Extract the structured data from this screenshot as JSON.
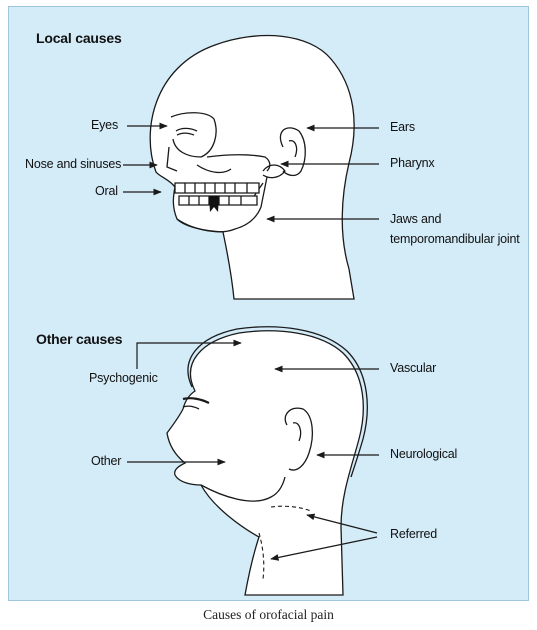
{
  "sections": {
    "local": {
      "heading": "Local causes",
      "labels": {
        "eyes": "Eyes",
        "nose": "Nose and sinuses",
        "oral": "Oral",
        "ears": "Ears",
        "pharynx": "Pharynx",
        "jaws": "Jaws and temporomandibular joint"
      }
    },
    "other": {
      "heading": "Other causes",
      "labels": {
        "psychogenic": "Psychogenic",
        "vascular": "Vascular",
        "other": "Other",
        "neurological": "Neurological",
        "referred": "Referred"
      }
    }
  },
  "caption": "Causes of orofacial pain",
  "colors": {
    "panel": "#d4ebf8",
    "skin": "#ffffff",
    "line": "#1a1a1a"
  }
}
